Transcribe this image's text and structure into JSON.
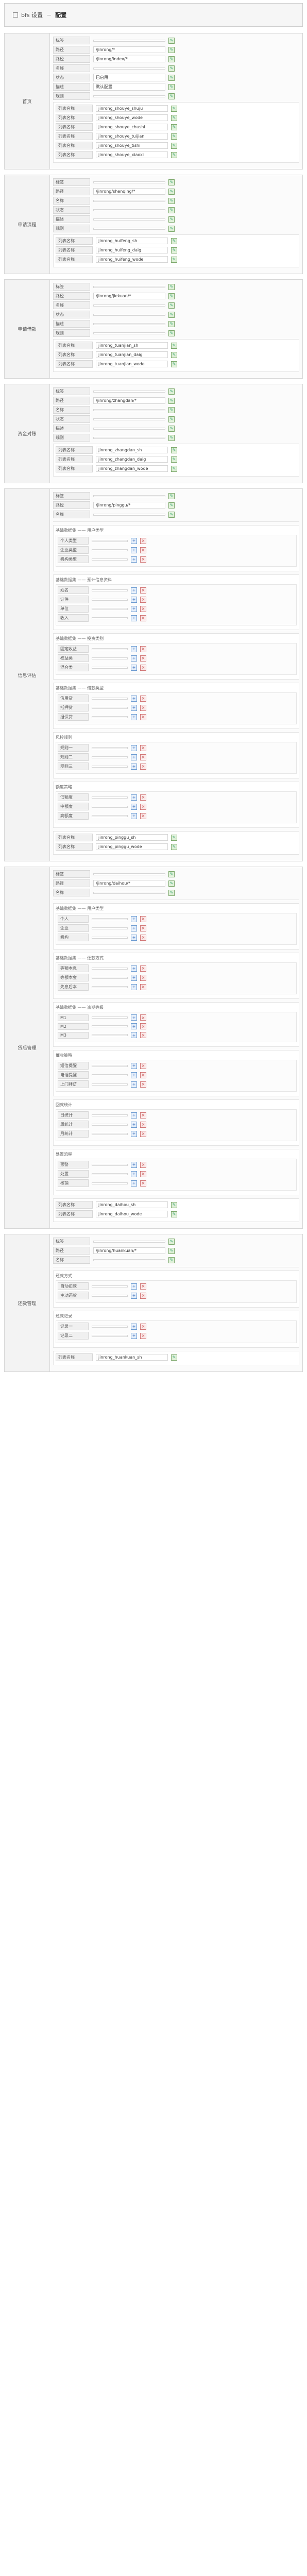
{
  "header": {
    "crumb_1": "bfs 设置",
    "crumb_sep": "—",
    "crumb_2": "配置"
  },
  "sections": [
    {
      "label": "首页",
      "rows": [
        {
          "k": "标签",
          "v": ""
        },
        {
          "k": "路径",
          "v": "/jinrong/*"
        },
        {
          "k": "路径",
          "v": "/jinrong/index/*"
        },
        {
          "k": "名称",
          "v": ""
        },
        {
          "k": "状态",
          "v": "已启用"
        },
        {
          "k": "描述",
          "v": "默认配置"
        },
        {
          "k": "规则",
          "v": ""
        }
      ],
      "subs": [
        {
          "title": "",
          "rows": [
            {
              "k": "列表名称",
              "v": "jinrong_shouye_shuju"
            },
            {
              "k": "列表名称",
              "v": "jinrong_shouye_wode"
            },
            {
              "k": "列表名称",
              "v": "jinrong_shouye_chushi"
            },
            {
              "k": "列表名称",
              "v": "jinrong_shouye_tuijian"
            },
            {
              "k": "列表名称",
              "v": "jinrong_shouye_tishi"
            },
            {
              "k": "列表名称",
              "v": "jinrong_shouye_xiaoxi"
            }
          ]
        }
      ]
    },
    {
      "label": "申请流程",
      "rows": [
        {
          "k": "标签",
          "v": ""
        },
        {
          "k": "路径",
          "v": "/jinrong/shenqing/*"
        },
        {
          "k": "名称",
          "v": ""
        },
        {
          "k": "状态",
          "v": ""
        },
        {
          "k": "描述",
          "v": ""
        },
        {
          "k": "规则",
          "v": ""
        }
      ],
      "subs": [
        {
          "title": "",
          "rows": [
            {
              "k": "列表名称",
              "v": "jinrong_huifeng_sh"
            },
            {
              "k": "列表名称",
              "v": "jinrong_huifeng_daig"
            },
            {
              "k": "列表名称",
              "v": "jinrong_huifeng_wode"
            }
          ]
        }
      ]
    },
    {
      "label": "申请借款",
      "rows": [
        {
          "k": "标签",
          "v": ""
        },
        {
          "k": "路径",
          "v": "/jinrong/jiekuan/*"
        },
        {
          "k": "名称",
          "v": ""
        },
        {
          "k": "状态",
          "v": ""
        },
        {
          "k": "描述",
          "v": ""
        },
        {
          "k": "规则",
          "v": ""
        }
      ],
      "subs": [
        {
          "title": "",
          "rows": [
            {
              "k": "列表名称",
              "v": "jinrong_tuanjian_sh"
            },
            {
              "k": "列表名称",
              "v": "jinrong_tuanjian_daig"
            },
            {
              "k": "列表名称",
              "v": "jinrong_tuanjian_wode"
            }
          ]
        }
      ]
    },
    {
      "label": "资金对账",
      "rows": [
        {
          "k": "标签",
          "v": ""
        },
        {
          "k": "路径",
          "v": "/jinrong/zhangdan/*"
        },
        {
          "k": "名称",
          "v": ""
        },
        {
          "k": "状态",
          "v": ""
        },
        {
          "k": "描述",
          "v": ""
        },
        {
          "k": "规则",
          "v": ""
        }
      ],
      "subs": [
        {
          "title": "",
          "rows": [
            {
              "k": "列表名称",
              "v": "jinrong_zhangdan_sh"
            },
            {
              "k": "列表名称",
              "v": "jinrong_zhangdan_daig"
            },
            {
              "k": "列表名称",
              "v": "jinrong_zhangdan_wode"
            }
          ]
        }
      ]
    },
    {
      "label": "信息评估",
      "rows": [
        {
          "k": "标签",
          "v": ""
        },
        {
          "k": "路径",
          "v": "/jinrong/pinggu/*"
        },
        {
          "k": "名称",
          "v": ""
        }
      ],
      "blocks": [
        {
          "title": "基础数据集 —— 用户类型",
          "lines": [
            "个人类型",
            "企业类型",
            "机构类型"
          ]
        },
        {
          "title": "基础数据集 —— 预计信息资料",
          "lines": [
            "姓名",
            "证件",
            "单位",
            "收入"
          ]
        },
        {
          "title": "基础数据集 —— 投资类别",
          "lines": [
            "固定收益",
            "权益类",
            "混合类"
          ]
        },
        {
          "title": "基础数据集 —— 借款类型",
          "lines": [
            "信用贷",
            "抵押贷",
            "担保贷"
          ]
        },
        {
          "title": "风控规则",
          "lines": [
            "规则一",
            "规则二",
            "规则三"
          ]
        },
        {
          "title": "额度策略",
          "lines": [
            "低额度",
            "中额度",
            "高额度"
          ]
        }
      ],
      "subs": [
        {
          "title": "",
          "rows": [
            {
              "k": "列表名称",
              "v": "jinrong_pinggu_sh"
            },
            {
              "k": "列表名称",
              "v": "jinrong_pinggu_wode"
            }
          ]
        }
      ]
    },
    {
      "label": "贷后管理",
      "rows": [
        {
          "k": "标签",
          "v": ""
        },
        {
          "k": "路径",
          "v": "/jinrong/daihou/*"
        },
        {
          "k": "名称",
          "v": ""
        }
      ],
      "blocks": [
        {
          "title": "基础数据集 —— 用户类型",
          "lines": [
            "个人",
            "企业",
            "机构"
          ]
        },
        {
          "title": "基础数据集 —— 还款方式",
          "lines": [
            "等额本息",
            "等额本金",
            "先息后本"
          ]
        },
        {
          "title": "基础数据集 —— 逾期等级",
          "lines": [
            "M1",
            "M2",
            "M3"
          ]
        },
        {
          "title": "催收策略",
          "lines": [
            "短信提醒",
            "电话提醒",
            "上门拜访"
          ]
        },
        {
          "title": "回款统计",
          "lines": [
            "日统计",
            "周统计",
            "月统计"
          ]
        },
        {
          "title": "处置流程",
          "lines": [
            "预警",
            "处置",
            "核销"
          ]
        }
      ],
      "subs": [
        {
          "title": "",
          "rows": [
            {
              "k": "列表名称",
              "v": "jinrong_daihou_sh"
            },
            {
              "k": "列表名称",
              "v": "jinrong_daihou_wode"
            }
          ]
        }
      ]
    },
    {
      "label": "还款管理",
      "rows": [
        {
          "k": "标签",
          "v": ""
        },
        {
          "k": "路径",
          "v": "/jinrong/huankuan/*"
        },
        {
          "k": "名称",
          "v": ""
        }
      ],
      "blocks": [
        {
          "title": "还款方式",
          "lines": [
            "自动扣款",
            "主动还款"
          ]
        },
        {
          "title": "还款记录",
          "lines": [
            "记录一",
            "记录二"
          ]
        }
      ],
      "subs": [
        {
          "title": "",
          "rows": [
            {
              "k": "列表名称",
              "v": "jinrong_huankuan_sh"
            }
          ]
        }
      ]
    }
  ]
}
